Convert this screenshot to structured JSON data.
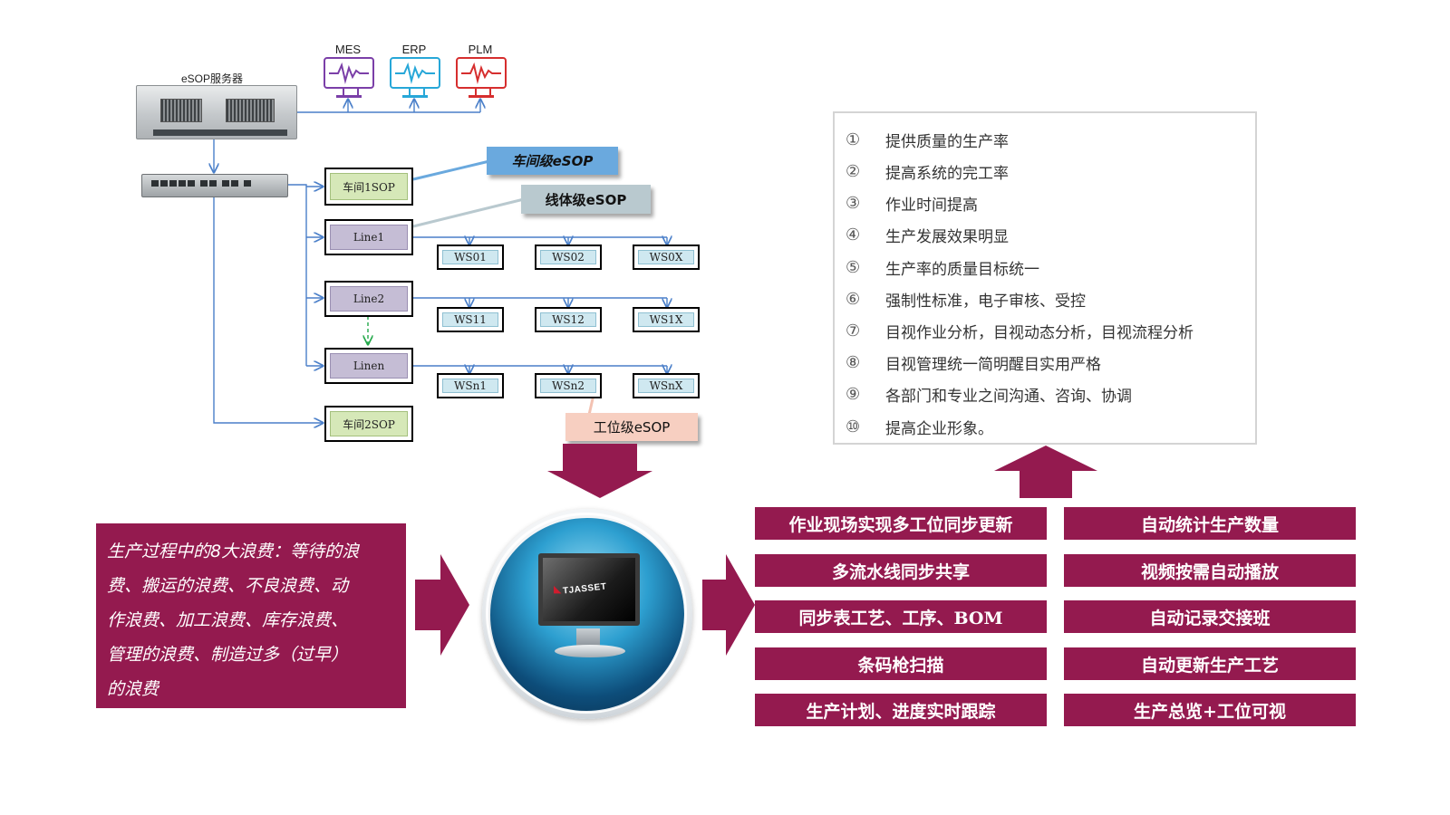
{
  "server": {
    "label": "eSOP服务器"
  },
  "systems": [
    {
      "label": "MES",
      "color": "#7b3fa8"
    },
    {
      "label": "ERP",
      "color": "#27a7d8"
    },
    {
      "label": "PLM",
      "color": "#d62e2e"
    }
  ],
  "nodes": {
    "workshop1": "车间1SOP",
    "line1": "Line1",
    "line2": "Line2",
    "linen": "Linen",
    "workshop2": "车间2SOP"
  },
  "stations": {
    "row1": [
      "WS01",
      "WS02",
      "WS0X"
    ],
    "row2": [
      "WS11",
      "WS12",
      "WS1X"
    ],
    "rown": [
      "WSn1",
      "WSn2",
      "WSnX"
    ]
  },
  "tags": {
    "workshop": "车间级eSOP",
    "line": "线体级eSOP",
    "station": "工位级eSOP"
  },
  "benefits": [
    {
      "num": "①",
      "text": "提供质量的生产率"
    },
    {
      "num": "②",
      "text": "提高系统的完工率"
    },
    {
      "num": "③",
      "text": "作业时间提高"
    },
    {
      "num": "④",
      "text": "生产发展效果明显"
    },
    {
      "num": "⑤",
      "text": "生产率的质量目标统一"
    },
    {
      "num": "⑥",
      "text": "强制性标准，电子审核、受控"
    },
    {
      "num": "⑦",
      "text": "目视作业分析，目视动态分析，目视流程分析"
    },
    {
      "num": "⑧",
      "text": "目视管理统一简明醒目实用严格"
    },
    {
      "num": "⑨",
      "text": "各部门和专业之间沟通、咨询、协调"
    },
    {
      "num": "⑩",
      "text": "提高企业形象。"
    }
  ],
  "waste": {
    "lines": [
      "生产过程中的8大浪费：等待的浪",
      "费、搬运的浪费、不良浪费、动",
      "作浪费、加工浪费、库存浪费、",
      "管理的浪费、制造过多（过早）",
      "的浪费"
    ]
  },
  "brand": "TJASSET",
  "features_left": [
    "作业现场实现多工位同步更新",
    "多流水线同步共享",
    "同步表工艺、工序、BOM",
    "条码枪扫描",
    "生产计划、进度实时跟踪"
  ],
  "features_right": [
    "自动统计生产数量",
    "视频按需自动播放",
    "自动记录交接班",
    "自动更新生产工艺",
    "生产总览+工位可视"
  ],
  "colors": {
    "accent": "#941a4f",
    "line": "#4a7fc9"
  }
}
